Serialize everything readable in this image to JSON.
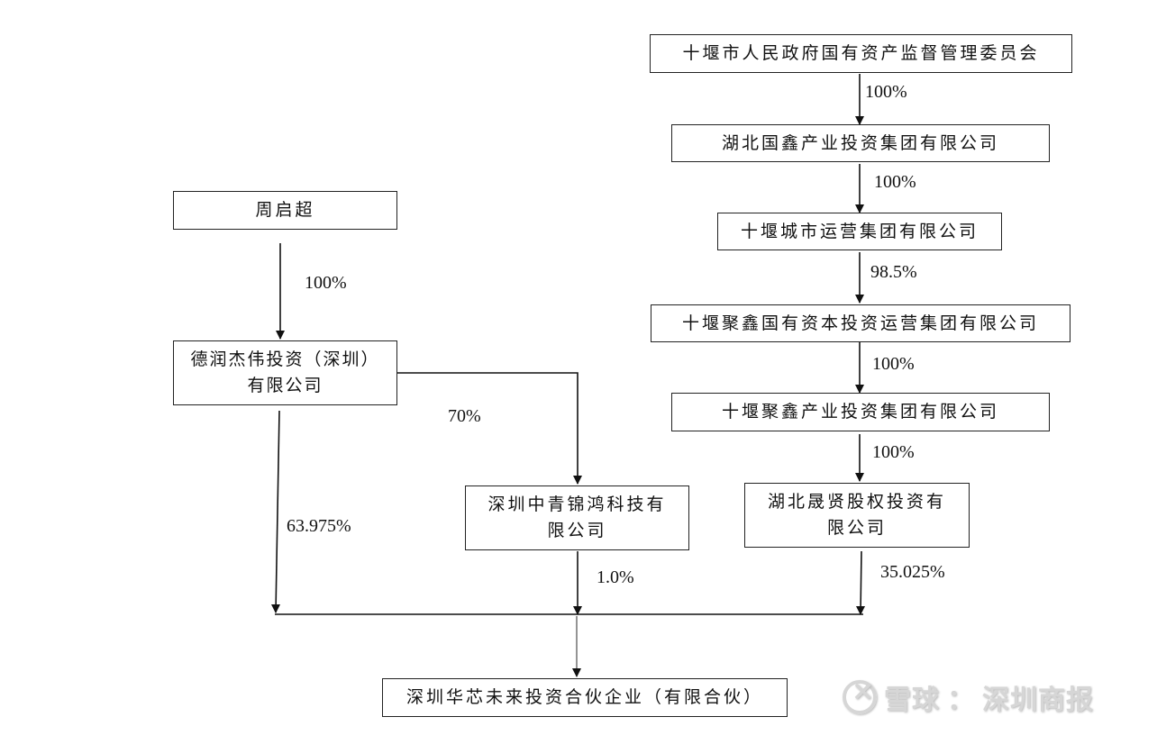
{
  "entities": {
    "shiyan_sasac": "十堰市人民政府国有资产监督管理委员会",
    "hubei_guoxin": "湖北国鑫产业投资集团有限公司",
    "shiyan_urban_ops": "十堰城市运营集团有限公司",
    "shiyan_juxin_capital": "十堰聚鑫国有资本投资运营集团有限公司",
    "shiyan_juxin_industry": "十堰聚鑫产业投资集团有限公司",
    "hubei_shengxian": {
      "line1": "湖北晟贤股权投资有",
      "line2": "限公司"
    },
    "zhou_qichao": "周启超",
    "derun_jiewei": {
      "line1": "德润杰伟投资（深圳）",
      "line2": "有限公司"
    },
    "zhongqing_jinhong": {
      "line1": "深圳中青锦鸿科技有",
      "line2": "限公司"
    },
    "huaxin_future": "深圳华芯未来投资合伙企业（有限合伙）"
  },
  "edges": {
    "sasac_to_guoxin": "100%",
    "guoxin_to_urban": "100%",
    "urban_to_capital": "98.5%",
    "capital_to_industry": "100%",
    "industry_to_shengxian": "100%",
    "shengxian_to_huaxin": "35.025%",
    "zhou_to_derun": "100%",
    "derun_to_zhongqing": "70%",
    "derun_to_huaxin": "63.975%",
    "zhongqing_to_huaxin": "1.0%"
  },
  "watermark": {
    "brand": "雪球",
    "separator": "：",
    "source": "深圳商报"
  }
}
